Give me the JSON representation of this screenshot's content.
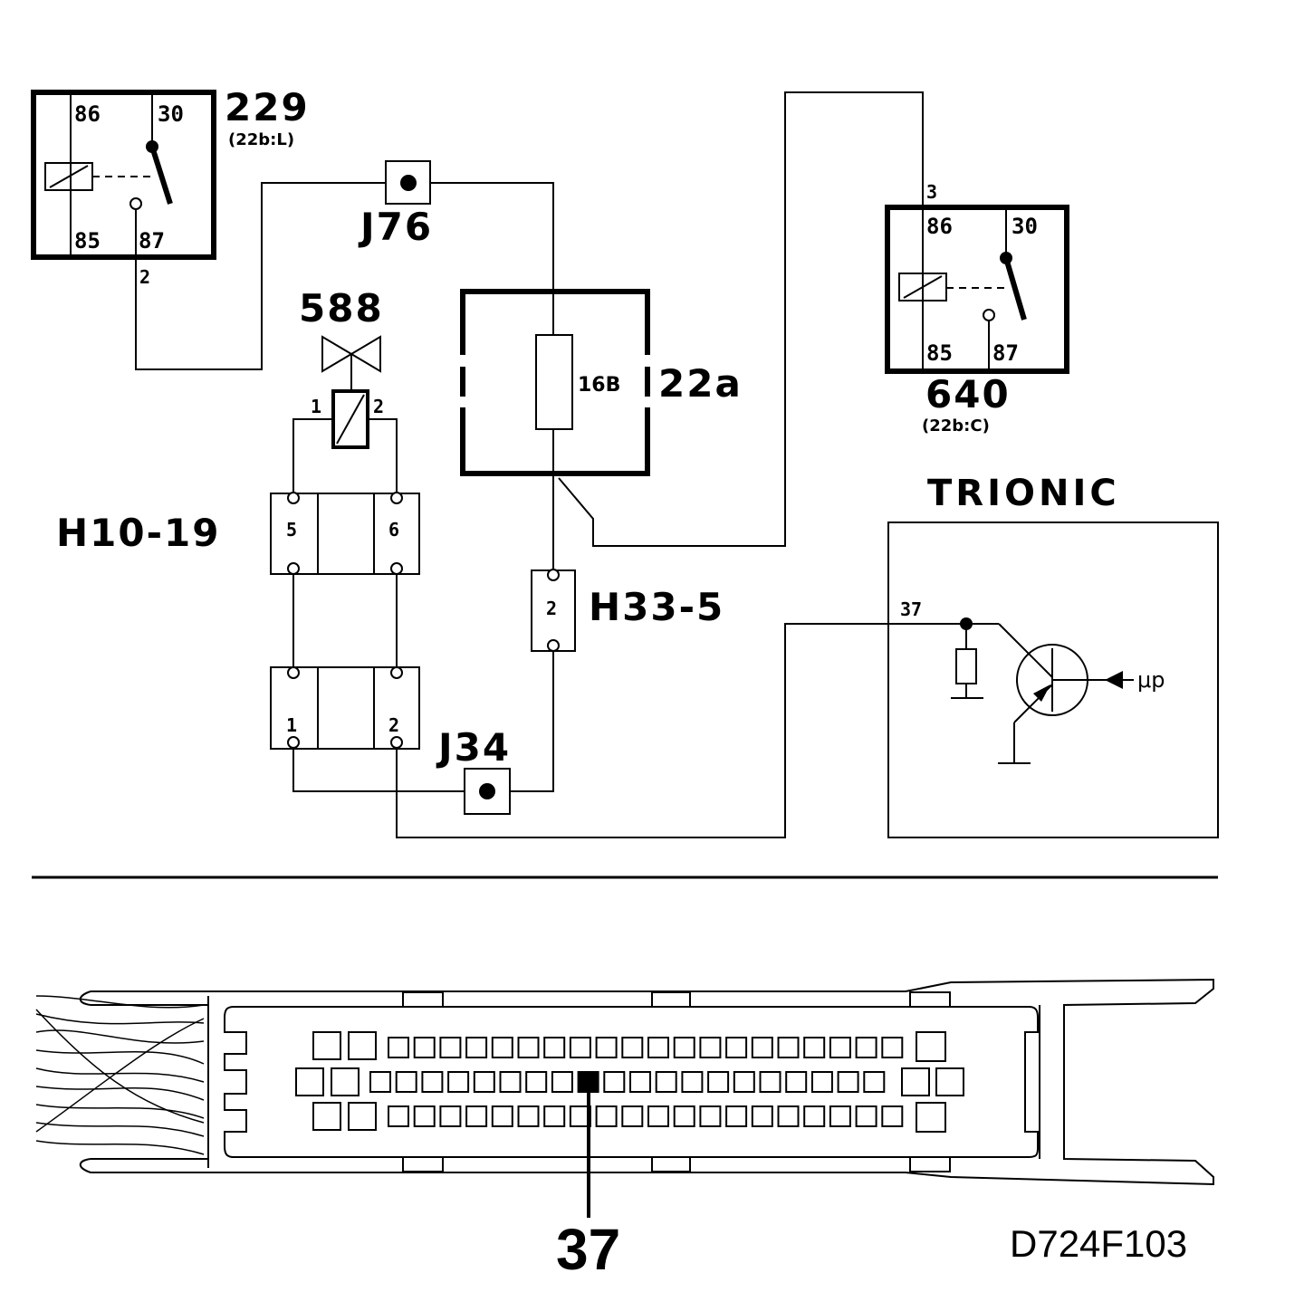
{
  "relay_229": {
    "id": "229",
    "ref": "(22b:L)",
    "pin86": "86",
    "pin30": "30",
    "pin85": "85",
    "pin87": "87",
    "wire_pin": "2"
  },
  "relay_640": {
    "id": "640",
    "ref": "(22b:C)",
    "pin86": "86",
    "pin30": "30",
    "pin85": "85",
    "pin87": "87",
    "wire_pin": "3"
  },
  "junction_j76": "J76",
  "junction_j34": "J34",
  "valve_588": {
    "id": "588",
    "pin1": "1",
    "pin2": "2"
  },
  "fuse_box": {
    "id": "22a",
    "fuse": "16B"
  },
  "connector_h10": {
    "id": "H10-19",
    "pins": [
      "5",
      "6",
      "1",
      "2"
    ]
  },
  "connector_h33": {
    "id": "H33-5",
    "pin": "2"
  },
  "trionic": {
    "title": "TRIONIC",
    "pin": "37",
    "signal": "μp"
  },
  "ecu_connector": {
    "callout": "37"
  },
  "drawing_code": "D724F103"
}
